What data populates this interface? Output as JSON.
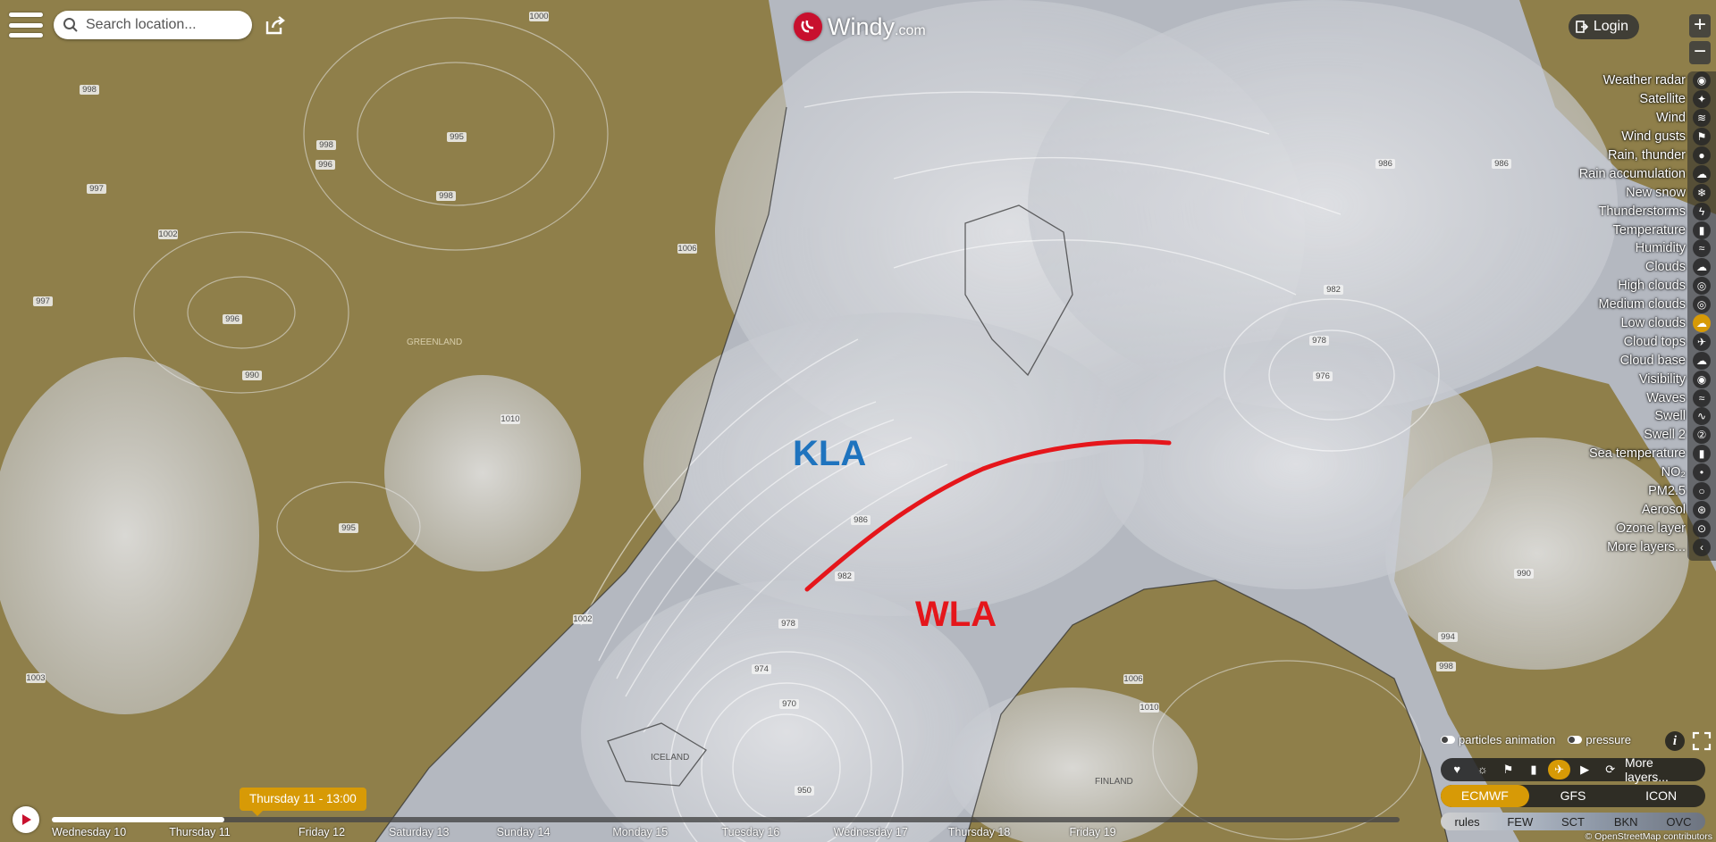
{
  "header": {
    "search_placeholder": "Search location...",
    "logo_text": "Windy",
    "logo_suffix": ".com",
    "login_label": "Login"
  },
  "zoom": {
    "in_label": "+",
    "out_label": "−"
  },
  "layers": [
    {
      "label": "Weather radar",
      "icon": "radar-icon",
      "glyph": "◉"
    },
    {
      "label": "Satellite",
      "icon": "satellite-icon",
      "glyph": "✦"
    },
    {
      "label": "Wind",
      "icon": "wind-icon",
      "glyph": "≋"
    },
    {
      "label": "Wind gusts",
      "icon": "flag-icon",
      "glyph": "⚑"
    },
    {
      "label": "Rain, thunder",
      "icon": "drop-icon",
      "glyph": "●"
    },
    {
      "label": "Rain accumulation",
      "icon": "cloud-rain-icon",
      "glyph": "☁"
    },
    {
      "label": "New snow",
      "icon": "snowflake-icon",
      "glyph": "❄"
    },
    {
      "label": "Thunderstorms",
      "icon": "thunder-icon",
      "glyph": "ϟ"
    },
    {
      "label": "Temperature",
      "icon": "thermometer-icon",
      "glyph": "▮"
    },
    {
      "label": "Humidity",
      "icon": "humidity-icon",
      "glyph": "≈"
    },
    {
      "label": "Clouds",
      "icon": "cloud-icon",
      "glyph": "☁"
    },
    {
      "label": "High clouds",
      "icon": "high-cloud-icon",
      "glyph": "◎"
    },
    {
      "label": "Medium clouds",
      "icon": "medium-cloud-icon",
      "glyph": "◎"
    },
    {
      "label": "Low clouds",
      "icon": "low-cloud-icon",
      "glyph": "☁",
      "active": true
    },
    {
      "label": "Cloud tops",
      "icon": "plane-icon",
      "glyph": "✈"
    },
    {
      "label": "Cloud base",
      "icon": "cloud-base-icon",
      "glyph": "☁"
    },
    {
      "label": "Visibility",
      "icon": "eye-icon",
      "glyph": "◉"
    },
    {
      "label": "Waves",
      "icon": "waves-icon",
      "glyph": "≈"
    },
    {
      "label": "Swell",
      "icon": "swimmer-icon",
      "glyph": "∿"
    },
    {
      "label": "Swell 2",
      "icon": "swell2-icon",
      "glyph": "②"
    },
    {
      "label": "Sea temperature",
      "icon": "sea-temp-icon",
      "glyph": "▮"
    },
    {
      "label": "NO₂",
      "icon": "no2-icon",
      "glyph": "•"
    },
    {
      "label": "PM2.5",
      "icon": "pm25-icon",
      "glyph": "○"
    },
    {
      "label": "Aerosol",
      "icon": "aerosol-icon",
      "glyph": "⊛"
    },
    {
      "label": "Ozone layer",
      "icon": "ozone-icon",
      "glyph": "⊙"
    },
    {
      "label": "More layers...",
      "icon": "chevron-left-icon",
      "glyph": "‹"
    }
  ],
  "annotations": {
    "kla": {
      "text": "KLA",
      "color": "#1e73be"
    },
    "wla": {
      "text": "WLA",
      "color": "#e5161b"
    }
  },
  "isobar_labels": [
    "1000",
    "998",
    "998",
    "995",
    "996",
    "997",
    "998",
    "1002",
    "997",
    "996",
    "990",
    "1010",
    "1006",
    "995",
    "986",
    "982",
    "978",
    "976",
    "986",
    "982",
    "978",
    "974",
    "970",
    "950",
    "1002",
    "1003",
    "990",
    "994",
    "998",
    "1006",
    "1010",
    "986"
  ],
  "map_labels": {
    "greenland": "GREENLAND",
    "iceland": "ICELAND",
    "finland": "FINLAND"
  },
  "toggles": {
    "particles": "particles animation",
    "pressure": "pressure"
  },
  "info_label": "i",
  "quick_layers": {
    "icons": [
      {
        "name": "favorite-heart-icon",
        "glyph": "♥"
      },
      {
        "name": "pressure-icon",
        "glyph": "☼"
      },
      {
        "name": "wind-flag-icon",
        "glyph": "⚑"
      },
      {
        "name": "temperature-icon",
        "glyph": "▮"
      },
      {
        "name": "cloud-tops-plane-icon",
        "glyph": "✈",
        "active": true
      },
      {
        "name": "webcam-icon",
        "glyph": "▶"
      },
      {
        "name": "wind-turbine-icon",
        "glyph": "⟳"
      }
    ],
    "more_label": "More layers..."
  },
  "models": [
    {
      "label": "ECMWF",
      "active": true
    },
    {
      "label": "GFS"
    },
    {
      "label": "ICON"
    }
  ],
  "cloud_legend": [
    "rules",
    "FEW",
    "SCT",
    "BKN",
    "OVC"
  ],
  "timeline": {
    "current": "Thursday 11 - 13:00",
    "progress": 0.128,
    "days": [
      {
        "label": "Wednesday 10",
        "pos": 0.0
      },
      {
        "label": "Thursday 11",
        "pos": 0.087
      },
      {
        "label": "Friday 12",
        "pos": 0.183
      },
      {
        "label": "Saturday 13",
        "pos": 0.25
      },
      {
        "label": "Sunday 14",
        "pos": 0.33
      },
      {
        "label": "Monday 15",
        "pos": 0.416
      },
      {
        "label": "Tuesday 16",
        "pos": 0.497
      },
      {
        "label": "Wednesday 17",
        "pos": 0.58
      },
      {
        "label": "Thursday 18",
        "pos": 0.665
      },
      {
        "label": "Friday 19",
        "pos": 0.755
      }
    ]
  },
  "attribution": "© OpenStreetMap contributors",
  "colors": {
    "land": "#8f7f4a",
    "sea": "#b8bcc4",
    "cloud": "#d8dade",
    "accent": "#d79a06",
    "front": "#e5161b"
  }
}
